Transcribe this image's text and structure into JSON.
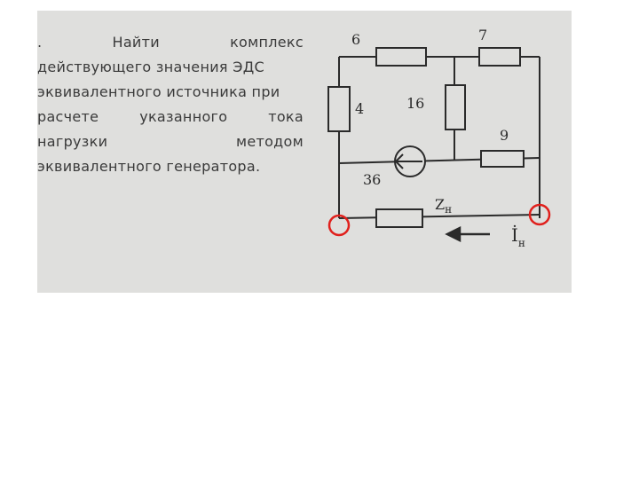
{
  "task": {
    "lines": [
      ". Найти комплекс",
      "действующего значения ЭДС",
      "эквивалентного источника при",
      "расчете указанного тока",
      "нагрузки методом",
      "эквивалентного генератора."
    ],
    "line1_left": ".",
    "line1_mid": "Найти",
    "line1_right": "комплекс",
    "line2": "действующего значения ЭДС",
    "line3": "эквивалентного источника при",
    "line4_left": "расчете",
    "line4_mid": "указанного",
    "line4_right": "тока",
    "line5_left": "нагрузки",
    "line5_right": "методом",
    "line6": "эквивалентного генератора."
  },
  "circuit": {
    "r_top_left": "6",
    "r_top_right": "7",
    "r_left": "4",
    "r_middle": "16",
    "r_right": "9",
    "source": "36",
    "load_symbol": "Z",
    "load_subscript": "н",
    "current_symbol": "İ",
    "current_subscript": "н"
  },
  "colors": {
    "marker": "#e0201c",
    "ink": "#2a2a2a"
  }
}
